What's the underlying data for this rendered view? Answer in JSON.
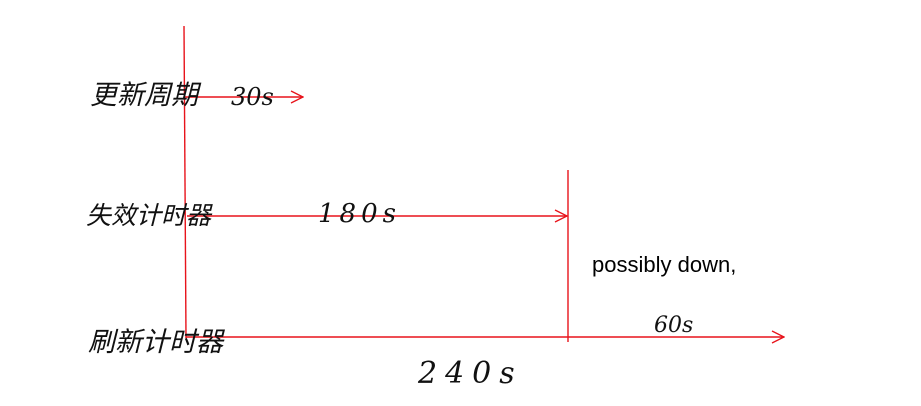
{
  "labels": {
    "update_period": "更新周期",
    "failure_timer": "失效计时器",
    "flush_timer": "刷新计时器"
  },
  "durations": {
    "update": "30s",
    "failure": "180s",
    "flush_total": "240s",
    "flush_after_failure": "60s"
  },
  "note": "possibly down,",
  "colors": {
    "line": "#e8131b",
    "handwriting": "#111111",
    "text": "#000000"
  }
}
